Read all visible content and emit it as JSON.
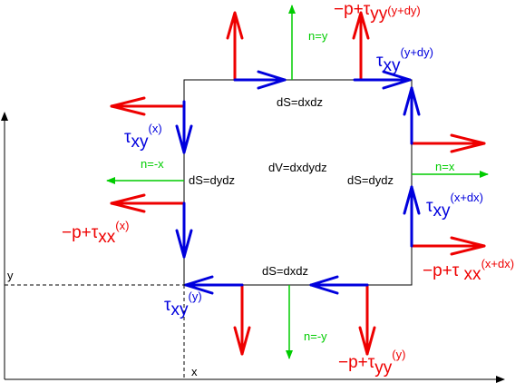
{
  "colors": {
    "red": "#ee0000",
    "blue": "#0000dd",
    "green": "#00cc00",
    "black": "#000000"
  },
  "element_labels": {
    "top": "dS=dxdz",
    "bottom": "dS=dxdz",
    "left": "dS=dydz",
    "right": "dS=dydz",
    "volume": "dV=dxdydz"
  },
  "normals": {
    "top": "n=y",
    "bottom": "n=-y",
    "left": "n=-x",
    "right": "n=x"
  },
  "axes": {
    "x": "x",
    "y": "y"
  },
  "stress_labels": {
    "tau_top": {
      "base": "τ",
      "sub": "xy",
      "sup": "(y+dy)"
    },
    "tau_left": {
      "base": "τ",
      "sub": "xy",
      "sup": "(x)"
    },
    "tau_right": {
      "base": "τ",
      "sub": "xy",
      "sup": "(x+dx)"
    },
    "tau_bottom": {
      "base": "τ",
      "sub": "xy",
      "sup": "(y)"
    },
    "p_top": {
      "prefix": "−p+",
      "base": "τ",
      "sub": "yy",
      "sup": "(y+dy)"
    },
    "p_left": {
      "prefix": "−p+",
      "base": "τ",
      "sub": "xx",
      "sup": "(x)"
    },
    "p_right": {
      "prefix": "−p+",
      "base": "τ",
      "sub": " xx",
      "sup": "(x+dx)"
    },
    "p_bottom": {
      "prefix": "−p+",
      "base": "τ",
      "sub": "yy",
      "sup": "(y)"
    }
  }
}
